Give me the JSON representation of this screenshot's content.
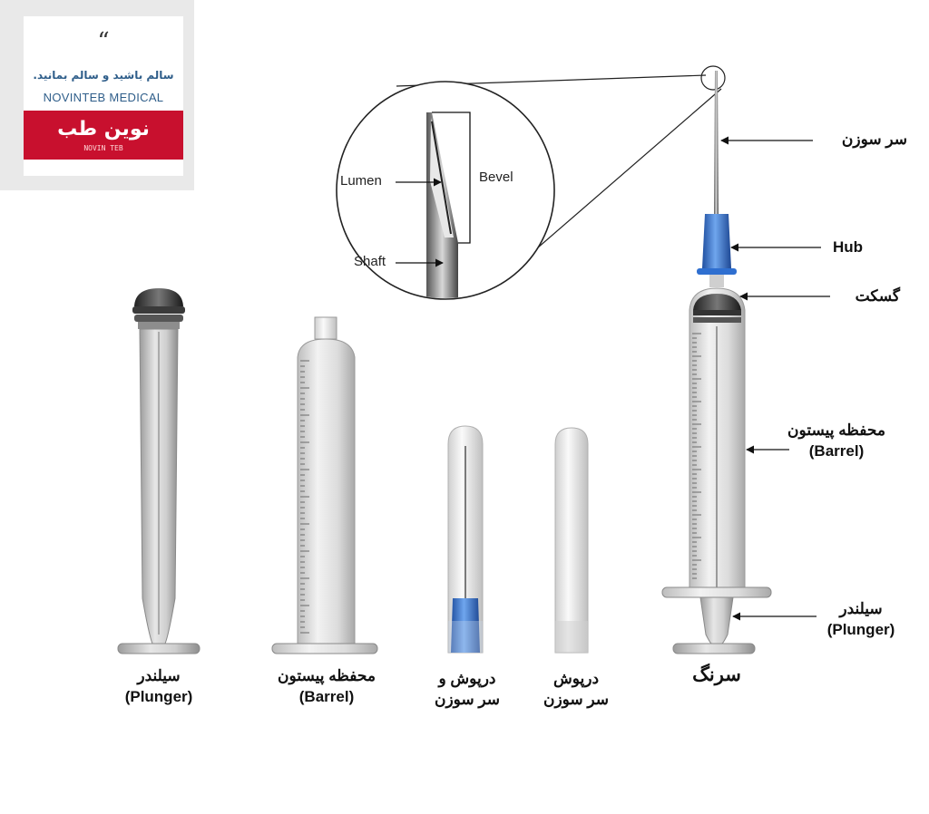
{
  "logo": {
    "quote_mark": "“",
    "tagline": "سالم باشید و سالم بمانید.",
    "brand_en": "NOVINTEB MEDICAL",
    "brand_fa": "نوین طب",
    "brand_sub": "NOVIN TEB"
  },
  "zoom": {
    "lumen": "Lumen",
    "bevel": "Bevel",
    "shaft": "Shaft"
  },
  "callouts": {
    "needle_tip": "سر سوزن",
    "hub": "Hub",
    "gasket": "گسکت",
    "barrel_fa": "محفظه پیستون",
    "barrel_en": "(Barrel)",
    "plunger_fa": "سیلندر",
    "plunger_en": "(Plunger)"
  },
  "parts": {
    "plunger_fa": "سیلندر",
    "plunger_en": "(Plunger)",
    "barrel_fa": "محفظه پیستون",
    "barrel_en": "(Barrel)",
    "cap_needle_l1": "درپوش و",
    "cap_needle_l2": "سر سوزن",
    "cap_l1": "درپوش",
    "cap_l2": "سر سوزن",
    "syringe": "سرنگ"
  },
  "colors": {
    "brand_red": "#c8102e",
    "brand_blue": "#2f5e8a",
    "hub_blue": "#2f6fd0",
    "barrel_gray": "#d9d9d9"
  }
}
